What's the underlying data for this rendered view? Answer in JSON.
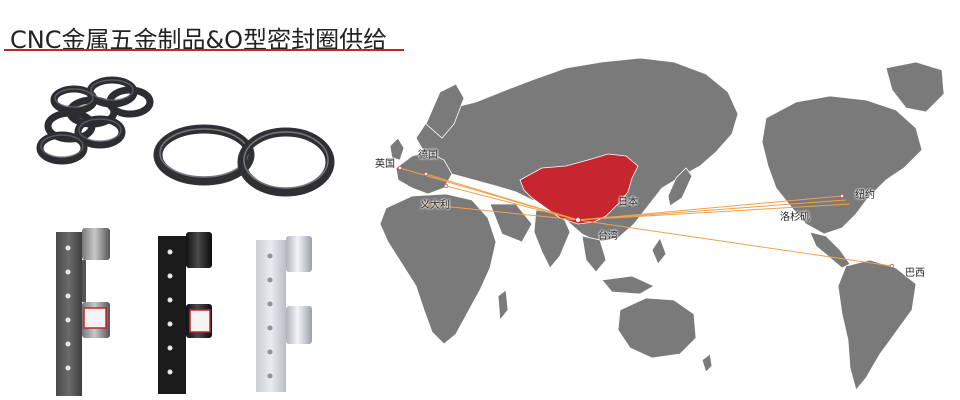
{
  "banner": {
    "title": "CNC金属五金制品&O型密封圈供给",
    "accent_color": "#c0272d"
  },
  "products": {
    "icons": [
      "o-ring-small-cluster",
      "o-ring-large-pair",
      "hinge-dark-grey",
      "hinge-black",
      "hinge-white"
    ]
  },
  "map": {
    "land_color": "#7a7a7a",
    "highlight_color": "#c8262e",
    "route_color": "#f0a050",
    "cities": {
      "uk": "英国",
      "germany": "德国",
      "italy": "义大利",
      "japan": "日本",
      "taiwan": "台湾",
      "los_angeles": "洛杉矶",
      "new_york": "纽约",
      "brazil": "巴西"
    }
  }
}
